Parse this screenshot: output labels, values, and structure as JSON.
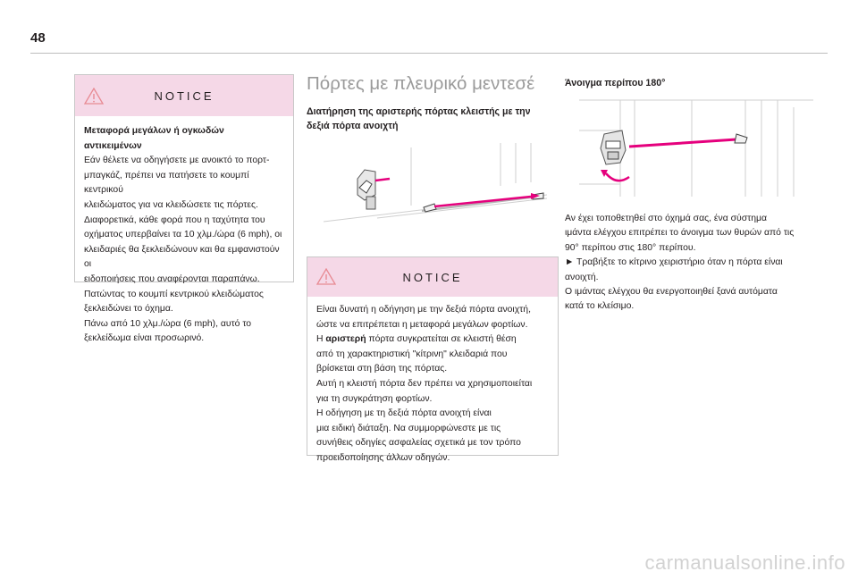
{
  "page_number": "48",
  "notice_left": {
    "title": "NOTICE",
    "heading": "Μεταφορά μεγάλων ή ογκωδών αντικειμένων",
    "lines": [
      "Εάν θέλετε να οδηγήσετε με ανοικτό το πορτ-",
      "μπαγκάζ, πρέπει να πατήσετε το κουμπί κεντρικού",
      "κλειδώματος για να κλειδώσετε τις πόρτες.",
      "Διαφορετικά, κάθε φορά που η ταχύτητα του",
      "οχήματος υπερβαίνει τα 10 χλμ./ώρα (6 mph), οι",
      "κλειδαριές θα ξεκλειδώνουν και θα εμφανιστούν οι",
      "ειδοποιήσεις που αναφέρονται παραπάνω.",
      "Πατώντας το κουμπί κεντρικού κλειδώματος",
      "ξεκλειδώνει το όχημα.",
      "Πάνω από 10 χλμ./ώρα (6 mph), αυτό το",
      "ξεκλείδωμα είναι προσωρινό."
    ]
  },
  "section": {
    "title": "Πόρτες με πλευρικό μεντεσέ",
    "subtitle": "Διατήρηση της αριστερής πόρτας κλειστής με την δεξιά πόρτα ανοιχτή"
  },
  "notice_middle": {
    "title": "NOTICE",
    "line1": "Είναι δυνατή η οδήγηση με την δεξιά πόρτα ανοιχτή,",
    "line2": "ώστε να επιτρέπεται η μεταφορά μεγάλων φορτίων.",
    "line3_prefix": "Η ",
    "line3_bold": "αριστερή",
    "line3_rest": " πόρτα συγκρατείται σε κλειστή θέση",
    "line4": "από τη χαρακτηριστική \"κίτρινη\" κλειδαριά που",
    "line5": "βρίσκεται στη βάση της πόρτας.",
    "line6": "Αυτή η κλειστή πόρτα δεν πρέπει να χρησιμοποιείται",
    "line7": "για τη συγκράτηση φορτίων.",
    "line8": "Η οδήγηση με τη δεξιά πόρτα ανοιχτή είναι",
    "line9": "μια ειδική διάταξη. Να συμμορφώνεστε με τις",
    "line10": "συνήθεις οδηγίες ασφαλείας σχετικά με τον τρόπο",
    "line11": "προειδοποίησης άλλων οδηγών."
  },
  "right_column": {
    "heading": "Άνοιγμα περίπου 180°",
    "lines": [
      "Αν έχει τοποθετηθεί στο όχημά σας, ένα σύστημα",
      "ιμάντα ελέγχου επιτρέπει το άνοιγμα των θυρών από τις",
      "90° περίπου στις 180° περίπου.",
      "►  Τραβήξτε το κίτρινο χειριστήριο όταν η πόρτα είναι",
      "ανοιχτή.",
      "Ο ιμάντας ελέγχου θα ενεργοποιηθεί ξανά αυτόματα",
      "κατά το κλείσιμο."
    ]
  },
  "watermark": "carmanualsonline.info",
  "colors": {
    "notice_header": "#f5d8e7",
    "warning_triangle": "#e88a93",
    "arrow_pink": "#e5007d",
    "title_gray": "#9a9a9a"
  }
}
